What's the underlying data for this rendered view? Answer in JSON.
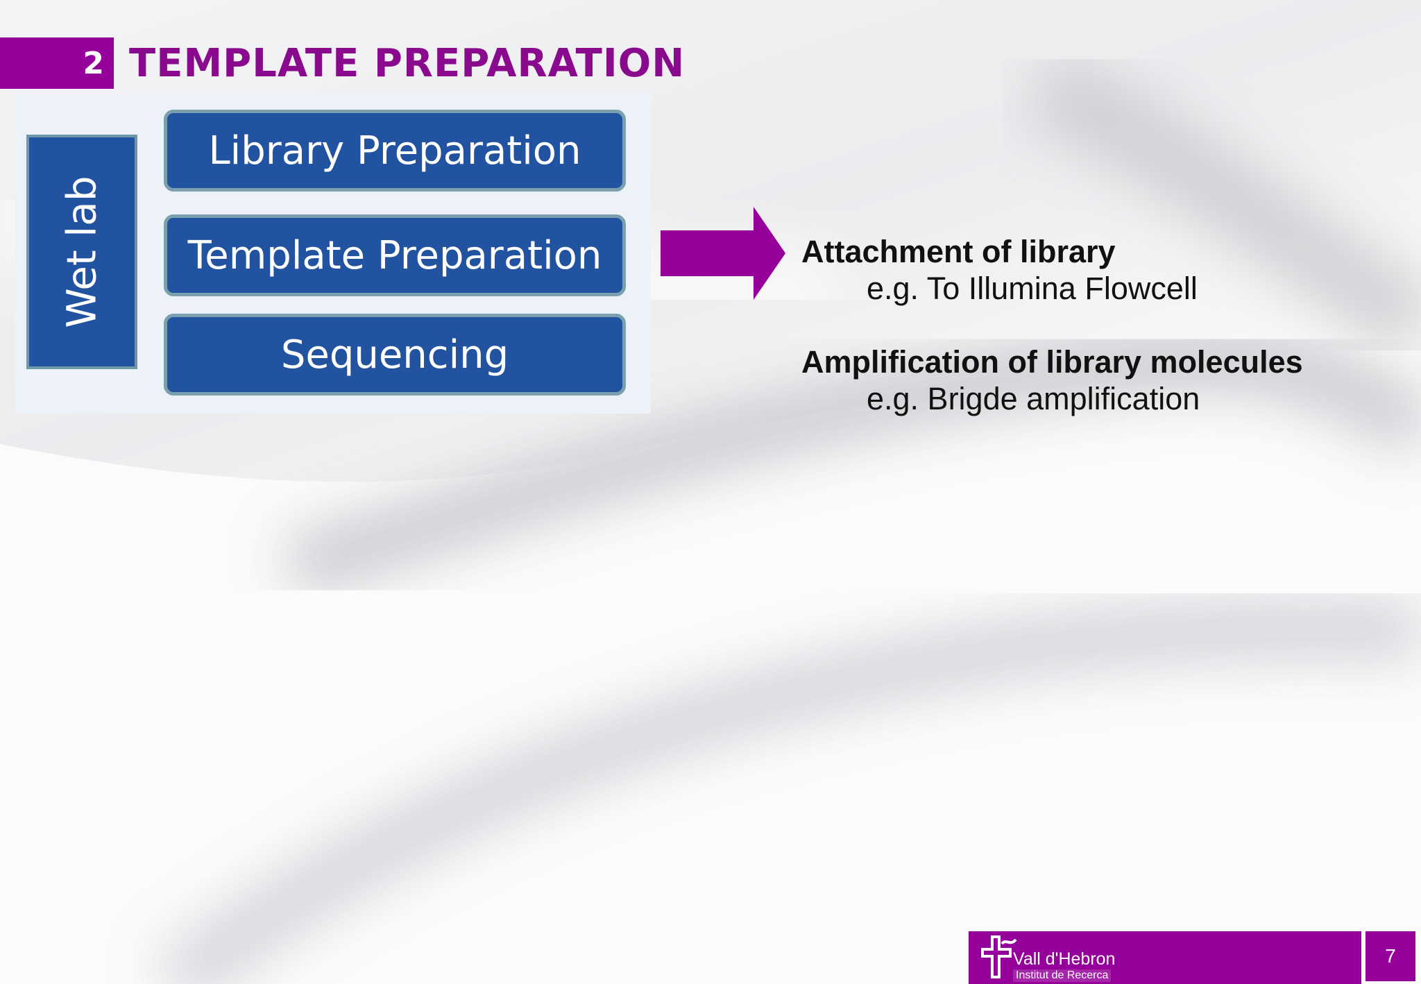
{
  "slide": {
    "section_number": "2",
    "title": "TEMPLATE PREPARATION"
  },
  "diagram": {
    "side_label": "Wet lab",
    "steps": [
      "Library Preparation",
      "Template Preparation",
      "Sequencing"
    ]
  },
  "content": {
    "items": [
      {
        "heading": "Attachment of library",
        "example": "e.g. To Illumina Flowcell"
      },
      {
        "heading": "Amplification of library molecules",
        "example": "e.g. Brigde amplification"
      }
    ]
  },
  "footer": {
    "logo_name": "Vall d'Hebron",
    "logo_subtitle": "Institut de Recerca",
    "page_number": "7"
  },
  "colors": {
    "accent": "#96009a",
    "title": "#8a0a8e",
    "diagram_box": "#2253a0",
    "diagram_border": "#7aa0ae"
  }
}
